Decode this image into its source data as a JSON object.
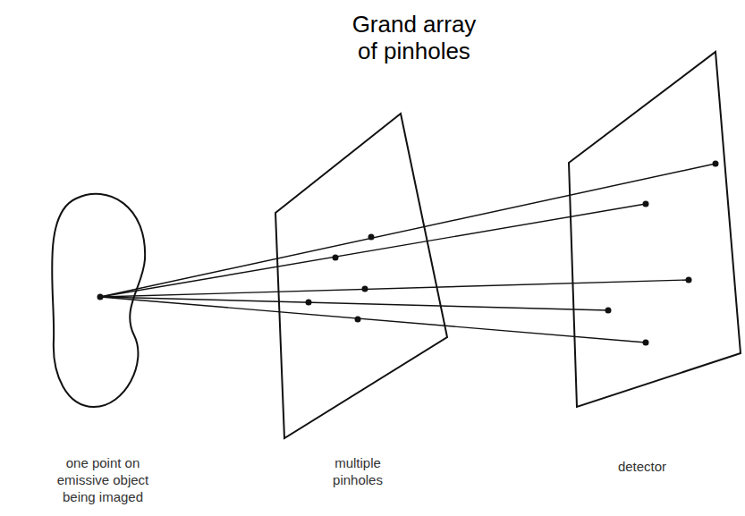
{
  "diagram": {
    "title": "Grand array of pinholes",
    "labels": [
      "one point on emissive object being imaged",
      "multiple pinholes",
      "detector"
    ]
  }
}
